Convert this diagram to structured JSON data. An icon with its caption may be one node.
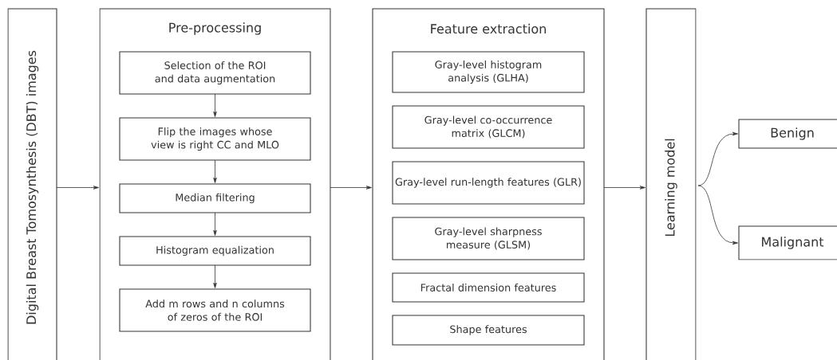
{
  "diagram": {
    "nodes": [
      {
        "text": [
          "Digital Breast Tomosynthesis (DBT) images"
        ]
      },
      {
        "text": [
          "Pre-processing"
        ]
      },
      {
        "text": [
          "Selection of the ROI and data augmentation"
        ],
        "in": 1
      },
      {
        "text": [
          "Flip the images whose view is right CC and MLO"
        ],
        "in": 1
      },
      {
        "text": [
          "Median filtering"
        ],
        "in": 1
      },
      {
        "text": [
          "Histogram equalization"
        ],
        "in": 1
      },
      {
        "text": [
          "Add m rows and n columns of zeros of the ROI"
        ],
        "in": 1
      },
      {
        "text": [
          "Feature extraction"
        ]
      },
      {
        "text": [
          "Gray-level histogram analysis (GLHA)"
        ],
        "in": 7
      },
      {
        "text": [
          "Gray-level co-occurrence matrix (GLCM)"
        ],
        "in": 7
      },
      {
        "text": [
          "Gray-level run-length features (GLR)"
        ],
        "in": 7
      },
      {
        "text": [
          "Gray-level sharpness measure (GLSM)"
        ],
        "in": 7
      },
      {
        "text": [
          "Fractal dimension features"
        ],
        "in": 7
      },
      {
        "text": [
          "Shape features"
        ],
        "in": 7
      },
      {
        "text": [
          "Learning model"
        ]
      },
      {
        "text": [
          "Benign"
        ]
      },
      {
        "text": [
          "Malignant"
        ]
      }
    ],
    "edges": [
      {
        "from": 0,
        "to": 1,
        "arrow": "to"
      },
      {
        "from": 2,
        "to": 3,
        "arrow": "to"
      },
      {
        "from": 3,
        "to": 4,
        "arrow": "to"
      },
      {
        "from": 4,
        "to": 5,
        "arrow": "to"
      },
      {
        "from": 5,
        "to": 6,
        "arrow": "to"
      },
      {
        "from": 1,
        "to": 7,
        "arrow": "to"
      },
      {
        "from": 7,
        "to": 14,
        "arrow": "to"
      },
      {
        "from": 14,
        "to": 15,
        "arrow": "to"
      },
      {
        "from": 14,
        "to": 16,
        "arrow": "to"
      }
    ]
  }
}
